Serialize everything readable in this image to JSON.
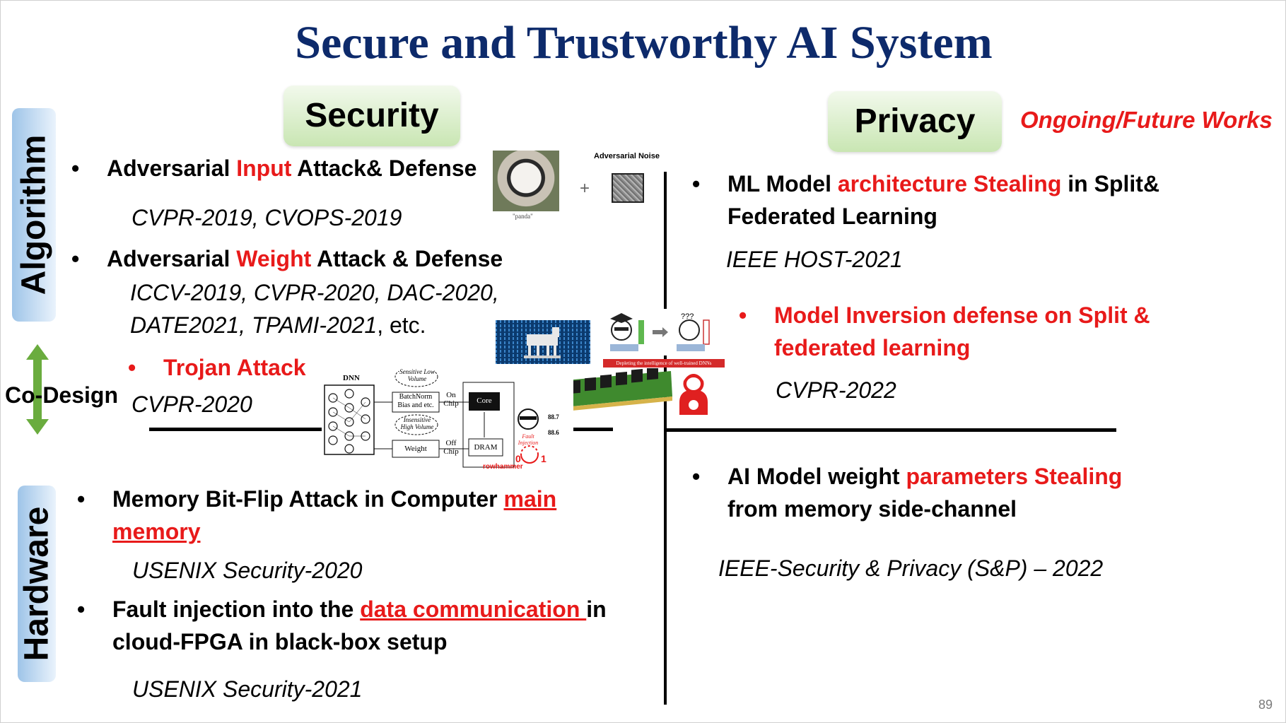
{
  "title": "Secure and Trustworthy AI System",
  "headers": {
    "security": "Security",
    "privacy": "Privacy",
    "future": "Ongoing/Future Works"
  },
  "side_labels": {
    "algorithm": "Algorithm",
    "codesign": "Co-Design",
    "hardware": "Hardware"
  },
  "security": {
    "b1": {
      "pre": "Adversarial ",
      "hl": "Input",
      "post": " Attack& Defense",
      "ref": "CVPR-2019, CVOPS-2019"
    },
    "b2": {
      "pre": "Adversarial ",
      "hl": "Weight",
      "post": " Attack & Defense",
      "ref1": "ICCV-2019, CVPR-2020, DAC-2020,",
      "ref2": "DATE2021, TPAMI-2021",
      "ref2_tail": ", etc."
    },
    "b3": {
      "hl": "Trojan",
      "post": " Attack",
      "ref": "CVPR-2020"
    }
  },
  "hardware": {
    "b1": {
      "pre": "Memory Bit-Flip Attack in Computer ",
      "hl1": "main",
      "hl2": "memory",
      "ref": "USENIX Security-2020"
    },
    "b2": {
      "pre": "Fault injection into the ",
      "hl": "data communication ",
      "post": "in",
      "line2": "cloud-FPGA in black-box setup",
      "ref": "USENIX Security-2021"
    }
  },
  "privacy": {
    "b1": {
      "pre": "ML Model ",
      "hl": "architecture Stealing",
      "post": " in Split&",
      "line2": "Federated Learning",
      "ref": "IEEE HOST-2021"
    },
    "b2": {
      "hl": "Model Inversion",
      "post": " defense on Split &",
      "line2": "federated learning",
      "ref": "CVPR-2022"
    },
    "b3": {
      "pre": "AI Model weight ",
      "hl": "parameters Stealing",
      "line2": "from memory side-channel",
      "ref": "IEEE-Security & Privacy (S&P) – 2022"
    }
  },
  "figures": {
    "panda_caption": "\"panda\"",
    "noise_label": "Adversarial Noise",
    "plus": "+",
    "dnn": "DNN",
    "sensitive": "Sensitive Low Volume",
    "insensitive": "Insensitive High Volume",
    "batchnorm": "BatchNorm Bias and etc.",
    "weight": "Weight",
    "on_chip": "On Chip",
    "off_chip": "Off Chip",
    "core": "Core",
    "dram": "DRAM",
    "fault": "Fault Injection",
    "rowhammer": "rowhammer",
    "v1": "88.7",
    "v2": "88.6",
    "bit0": "0",
    "bit1": "1",
    "depleting": "Depleting the intelligence of well-trained DNNs"
  },
  "page_number": "89",
  "colors": {
    "title": "#0d2a6b",
    "highlight": "#e81a1a",
    "pill": "#c9e6b3",
    "tab": "#9ec4e8"
  }
}
